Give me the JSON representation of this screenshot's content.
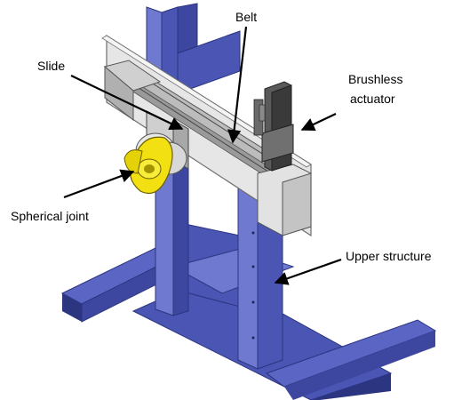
{
  "labels": {
    "belt": "Belt",
    "slide": "Slide",
    "brushless_line1": "Brushless",
    "brushless_line2": "actuator",
    "spherical_joint": "Spherical joint",
    "upper_structure": "Upper structure"
  },
  "colors": {
    "frame_blue": "#4a55b4",
    "frame_blue_dark": "#2c3580",
    "frame_blue_light": "#6f79d0",
    "rail_gray": "#d9d9d9",
    "rail_gray_dark": "#8c8c8c",
    "joint_yellow": "#f2e012",
    "actuator_dark": "#4d4d4d"
  }
}
